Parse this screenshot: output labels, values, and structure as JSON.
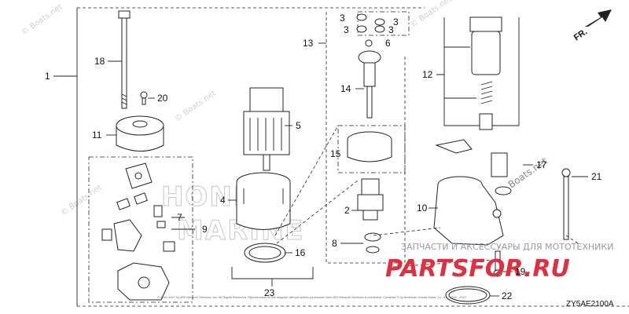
{
  "diagram": {
    "code": "ZY5AE2100A",
    "fr_label": "FR.",
    "callouts": {
      "n1": "1",
      "n2": "2",
      "n3a": "3",
      "n3b": "3",
      "n3c": "3",
      "n3d": "3",
      "n4": "4",
      "n5": "5",
      "n6": "6",
      "n7": "7",
      "n8": "8",
      "n9": "9",
      "n10": "10",
      "n11": "11",
      "n12": "12",
      "n13": "13",
      "n14": "14",
      "n15": "15",
      "n16": "16",
      "n17": "17",
      "n18": "18",
      "n19": "19",
      "n20": "20",
      "n21": "21",
      "n22": "22",
      "n23": "23"
    },
    "watermarks": {
      "boats1": "© Boats.net",
      "boats2": "© Boats.net",
      "boats3": "© Boats.net",
      "boats4": "© Boats.net",
      "boats5": "Boats.net",
      "honda_top": "HONDA",
      "honda_bottom": "MARINE"
    },
    "ru_banner": "ЗАПЧАСТИ И АКСЕССУАРЫ ДЛЯ МОТОТЕХНИКИ",
    "brand": "PARTS",
    "brand_suffix": "FOR.RU",
    "copyright": "© 2001-2017 by ARI Network Services, Inc. All Rights Reserved. Reproduction of this diagram without written permission from ARI Network Services is prohibited. Contents © by American Honda Motor Co., Inc. 2004 - 2017"
  }
}
